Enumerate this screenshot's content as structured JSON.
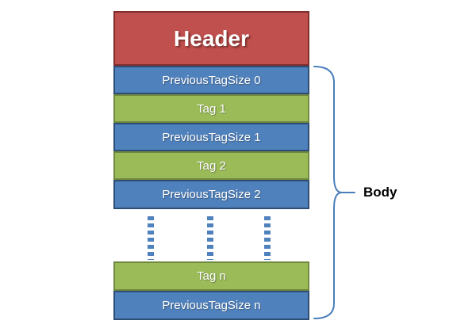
{
  "header": {
    "label": "Header"
  },
  "stack": {
    "blocks": [
      {
        "label": "PreviousTagSize 0",
        "kind": "previous-tag-size"
      },
      {
        "label": "Tag 1",
        "kind": "tag"
      },
      {
        "label": "PreviousTagSize 1",
        "kind": "previous-tag-size"
      },
      {
        "label": "Tag 2",
        "kind": "tag"
      },
      {
        "label": "PreviousTagSize 2",
        "kind": "previous-tag-size"
      },
      {
        "label": "Tag n",
        "kind": "tag"
      },
      {
        "label": "PreviousTagSize n",
        "kind": "previous-tag-size"
      }
    ]
  },
  "annotation": {
    "body_label": "Body"
  },
  "colors": {
    "header_fill": "#c0504d",
    "header_border": "#7f2e2c",
    "size_fill": "#4f81bd",
    "size_border": "#2e4d75",
    "tag_fill": "#9bbb59",
    "tag_border": "#71893f",
    "brace_stroke": "#4a7ebb",
    "dots": "#4f81bd",
    "block_text": "#ffffff",
    "body_text": "#000000"
  }
}
